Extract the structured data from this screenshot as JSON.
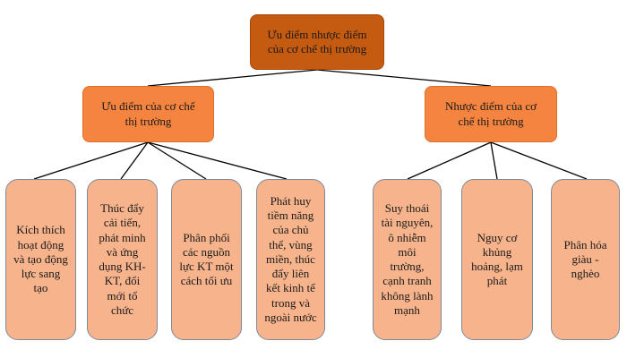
{
  "diagram": {
    "root": {
      "label": "Ưu điểm nhược điểm của cơ chế thị trường"
    },
    "advantages": {
      "label": "Ưu điểm của cơ chế thị trường",
      "items": [
        {
          "label": "Kích thích hoạt động và tạo động lực sang tạo"
        },
        {
          "label": "Thúc đẩy cải tiến, phát minh và ứng dụng KH-KT, đổi mới tổ chức"
        },
        {
          "label": "Phân phối các nguồn lực KT một cách tối ưu"
        },
        {
          "label": "Phát huy tiềm năng của chủ thể, vùng miền, thúc đẩy liên kết kinh tế trong và ngoài nước"
        }
      ]
    },
    "disadvantages": {
      "label": "Nhược điểm của cơ chế thị trường",
      "items": [
        {
          "label": "Suy thoái tài nguyên, ô nhiễm môi trường, cạnh tranh không lành mạnh"
        },
        {
          "label": "Nguy cơ khủng hoảng, lạm phát"
        },
        {
          "label": "Phân hóa giàu - nghèo"
        }
      ]
    }
  }
}
